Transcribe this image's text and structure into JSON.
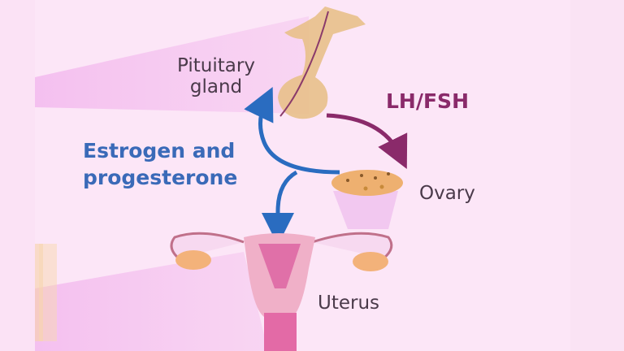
{
  "diagram": {
    "labels": {
      "pituitary": "Pituitary\ngland",
      "pituitary_line1": "Pituitary",
      "pituitary_line2": "gland",
      "lh_fsh": "LH/FSH",
      "hormones_line1": "Estrogen and",
      "hormones_line2": "progesterone",
      "ovary": "Ovary",
      "uterus": "Uterus"
    },
    "nodes": [
      {
        "id": "pituitary",
        "label": "Pituitary gland"
      },
      {
        "id": "ovary",
        "label": "Ovary"
      },
      {
        "id": "uterus",
        "label": "Uterus"
      }
    ],
    "edges": [
      {
        "from": "pituitary",
        "to": "ovary",
        "label": "LH/FSH",
        "color": "#8a2a6a"
      },
      {
        "from": "ovary",
        "to": "pituitary",
        "label": "Estrogen and progesterone",
        "color": "#2a6cc0"
      },
      {
        "from": "ovary",
        "to": "uterus",
        "label": "Estrogen and progesterone",
        "color": "#2a6cc0"
      }
    ],
    "colors": {
      "background": "#fce6f7",
      "beam": "#f5c4ef",
      "lh_fsh_arrow": "#8a2a6a",
      "hormone_arrow": "#2a6cc0",
      "gland_tan": "#e8c08a",
      "uterus_pink": "#e07aa8",
      "text_dark": "#4a3a4a"
    }
  }
}
